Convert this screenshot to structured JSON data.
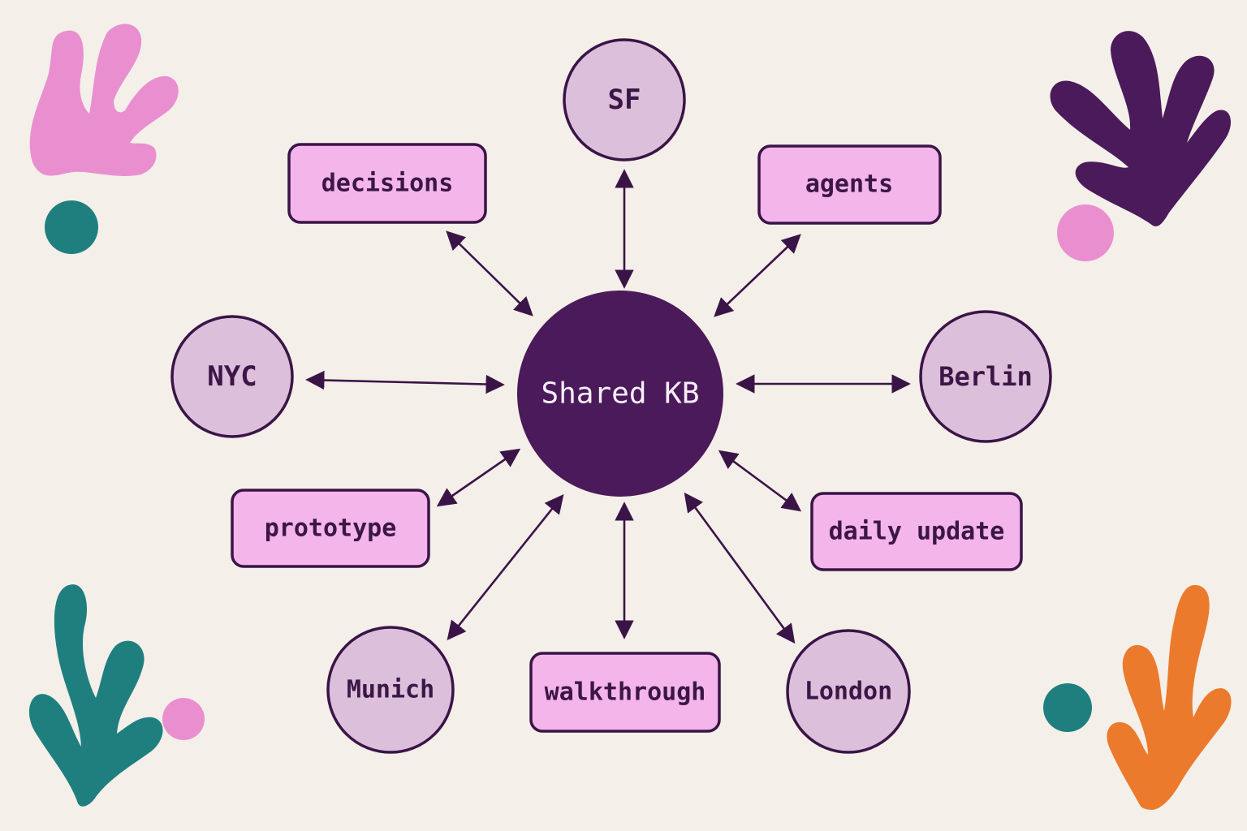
{
  "colors": {
    "background": "#f4efe9",
    "hub_fill": "#4b1a5a",
    "city_fill": "#dcbfdb",
    "topic_fill": "#f4b5ea",
    "outline": "#3a1447",
    "deco_pink": "#e98fd0",
    "deco_purple": "#4a1a5a",
    "deco_teal": "#1f7f7f",
    "deco_orange": "#ec7a2c"
  },
  "diagram": {
    "type": "hub-and-spoke",
    "hub": {
      "label": "Shared KB"
    },
    "cities": [
      {
        "id": "sf",
        "label": "SF"
      },
      {
        "id": "nyc",
        "label": "NYC"
      },
      {
        "id": "berlin",
        "label": "Berlin"
      },
      {
        "id": "munich",
        "label": "Munich"
      },
      {
        "id": "london",
        "label": "London"
      }
    ],
    "topics": [
      {
        "id": "decisions",
        "label": "decisions"
      },
      {
        "id": "agents",
        "label": "agents"
      },
      {
        "id": "prototype",
        "label": "prototype"
      },
      {
        "id": "daily_update",
        "label": "daily update"
      },
      {
        "id": "walkthrough",
        "label": "walkthrough"
      }
    ],
    "edges": [
      {
        "from": "hub",
        "to": "sf",
        "direction": "both"
      },
      {
        "from": "hub",
        "to": "decisions",
        "direction": "both"
      },
      {
        "from": "hub",
        "to": "agents",
        "direction": "both"
      },
      {
        "from": "hub",
        "to": "nyc",
        "direction": "both"
      },
      {
        "from": "hub",
        "to": "berlin",
        "direction": "both"
      },
      {
        "from": "hub",
        "to": "prototype",
        "direction": "both"
      },
      {
        "from": "hub",
        "to": "daily_update",
        "direction": "both"
      },
      {
        "from": "hub",
        "to": "munich",
        "direction": "both"
      },
      {
        "from": "hub",
        "to": "walkthrough",
        "direction": "both"
      },
      {
        "from": "hub",
        "to": "london",
        "direction": "both"
      }
    ]
  },
  "decorations": [
    {
      "name": "pink-seaweed-cutout"
    },
    {
      "name": "purple-seaweed-cutout"
    },
    {
      "name": "teal-seaweed-cutout"
    },
    {
      "name": "orange-seaweed-cutout"
    }
  ]
}
